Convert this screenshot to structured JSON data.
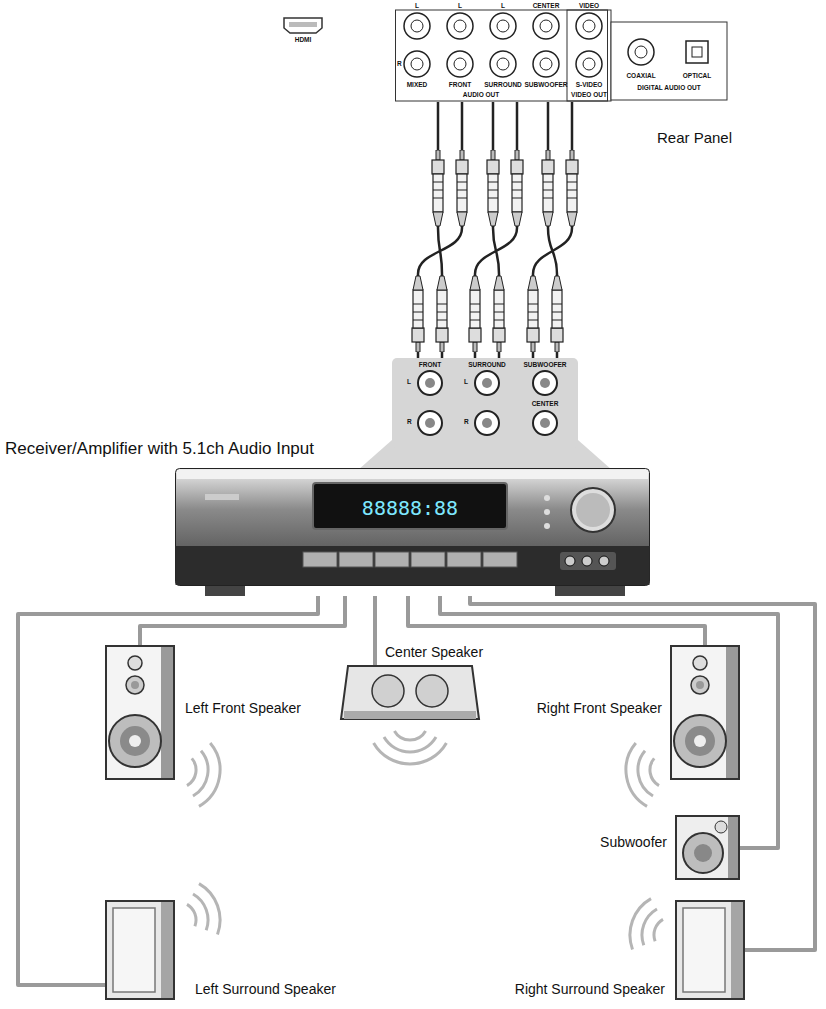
{
  "diagram": {
    "nodes": [
      {
        "text": [
          "Rear Panel",
          "L",
          "L",
          "L",
          "CENTER",
          "VIDEO",
          "R",
          "MIXED",
          "FRONT",
          "SURROUND",
          "SUBWOOFER",
          "S-VIDEO",
          "AUDIO OUT",
          "VIDEO OUT",
          "COAXIAL",
          "OPTICAL",
          "DIGITAL AUDIO OUT"
        ]
      },
      {
        "text": [
          "FRONT",
          "L",
          "R",
          "SURROUND",
          "L",
          "R",
          "SUBWOOFER",
          "CENTER"
        ]
      },
      {
        "text": [
          "Receiver/Amplifier with 5.1ch Audio Input"
        ]
      },
      {
        "text": [
          "Left Front Speaker"
        ]
      },
      {
        "text": [
          "Center Speaker"
        ]
      },
      {
        "text": [
          "Right Front Speaker"
        ]
      },
      {
        "text": [
          "Subwoofer"
        ]
      },
      {
        "text": [
          "Left Surround Speaker"
        ]
      },
      {
        "text": [
          "Right Surround Speaker"
        ]
      }
    ],
    "edges": [
      {
        "from": 0,
        "to": 1,
        "arrow": "none"
      },
      {
        "from": 0,
        "to": 1,
        "arrow": "none"
      },
      {
        "from": 0,
        "to": 1,
        "arrow": "none"
      },
      {
        "from": 2,
        "to": 3,
        "arrow": "none"
      },
      {
        "from": 2,
        "to": 4,
        "arrow": "none"
      },
      {
        "from": 2,
        "to": 5,
        "arrow": "none"
      },
      {
        "from": 2,
        "to": 6,
        "arrow": "none"
      },
      {
        "from": 2,
        "to": 7,
        "arrow": "none"
      },
      {
        "from": 2,
        "to": 8,
        "arrow": "none"
      }
    ],
    "labels": [
      "HDMI",
      "88888:88"
    ]
  }
}
